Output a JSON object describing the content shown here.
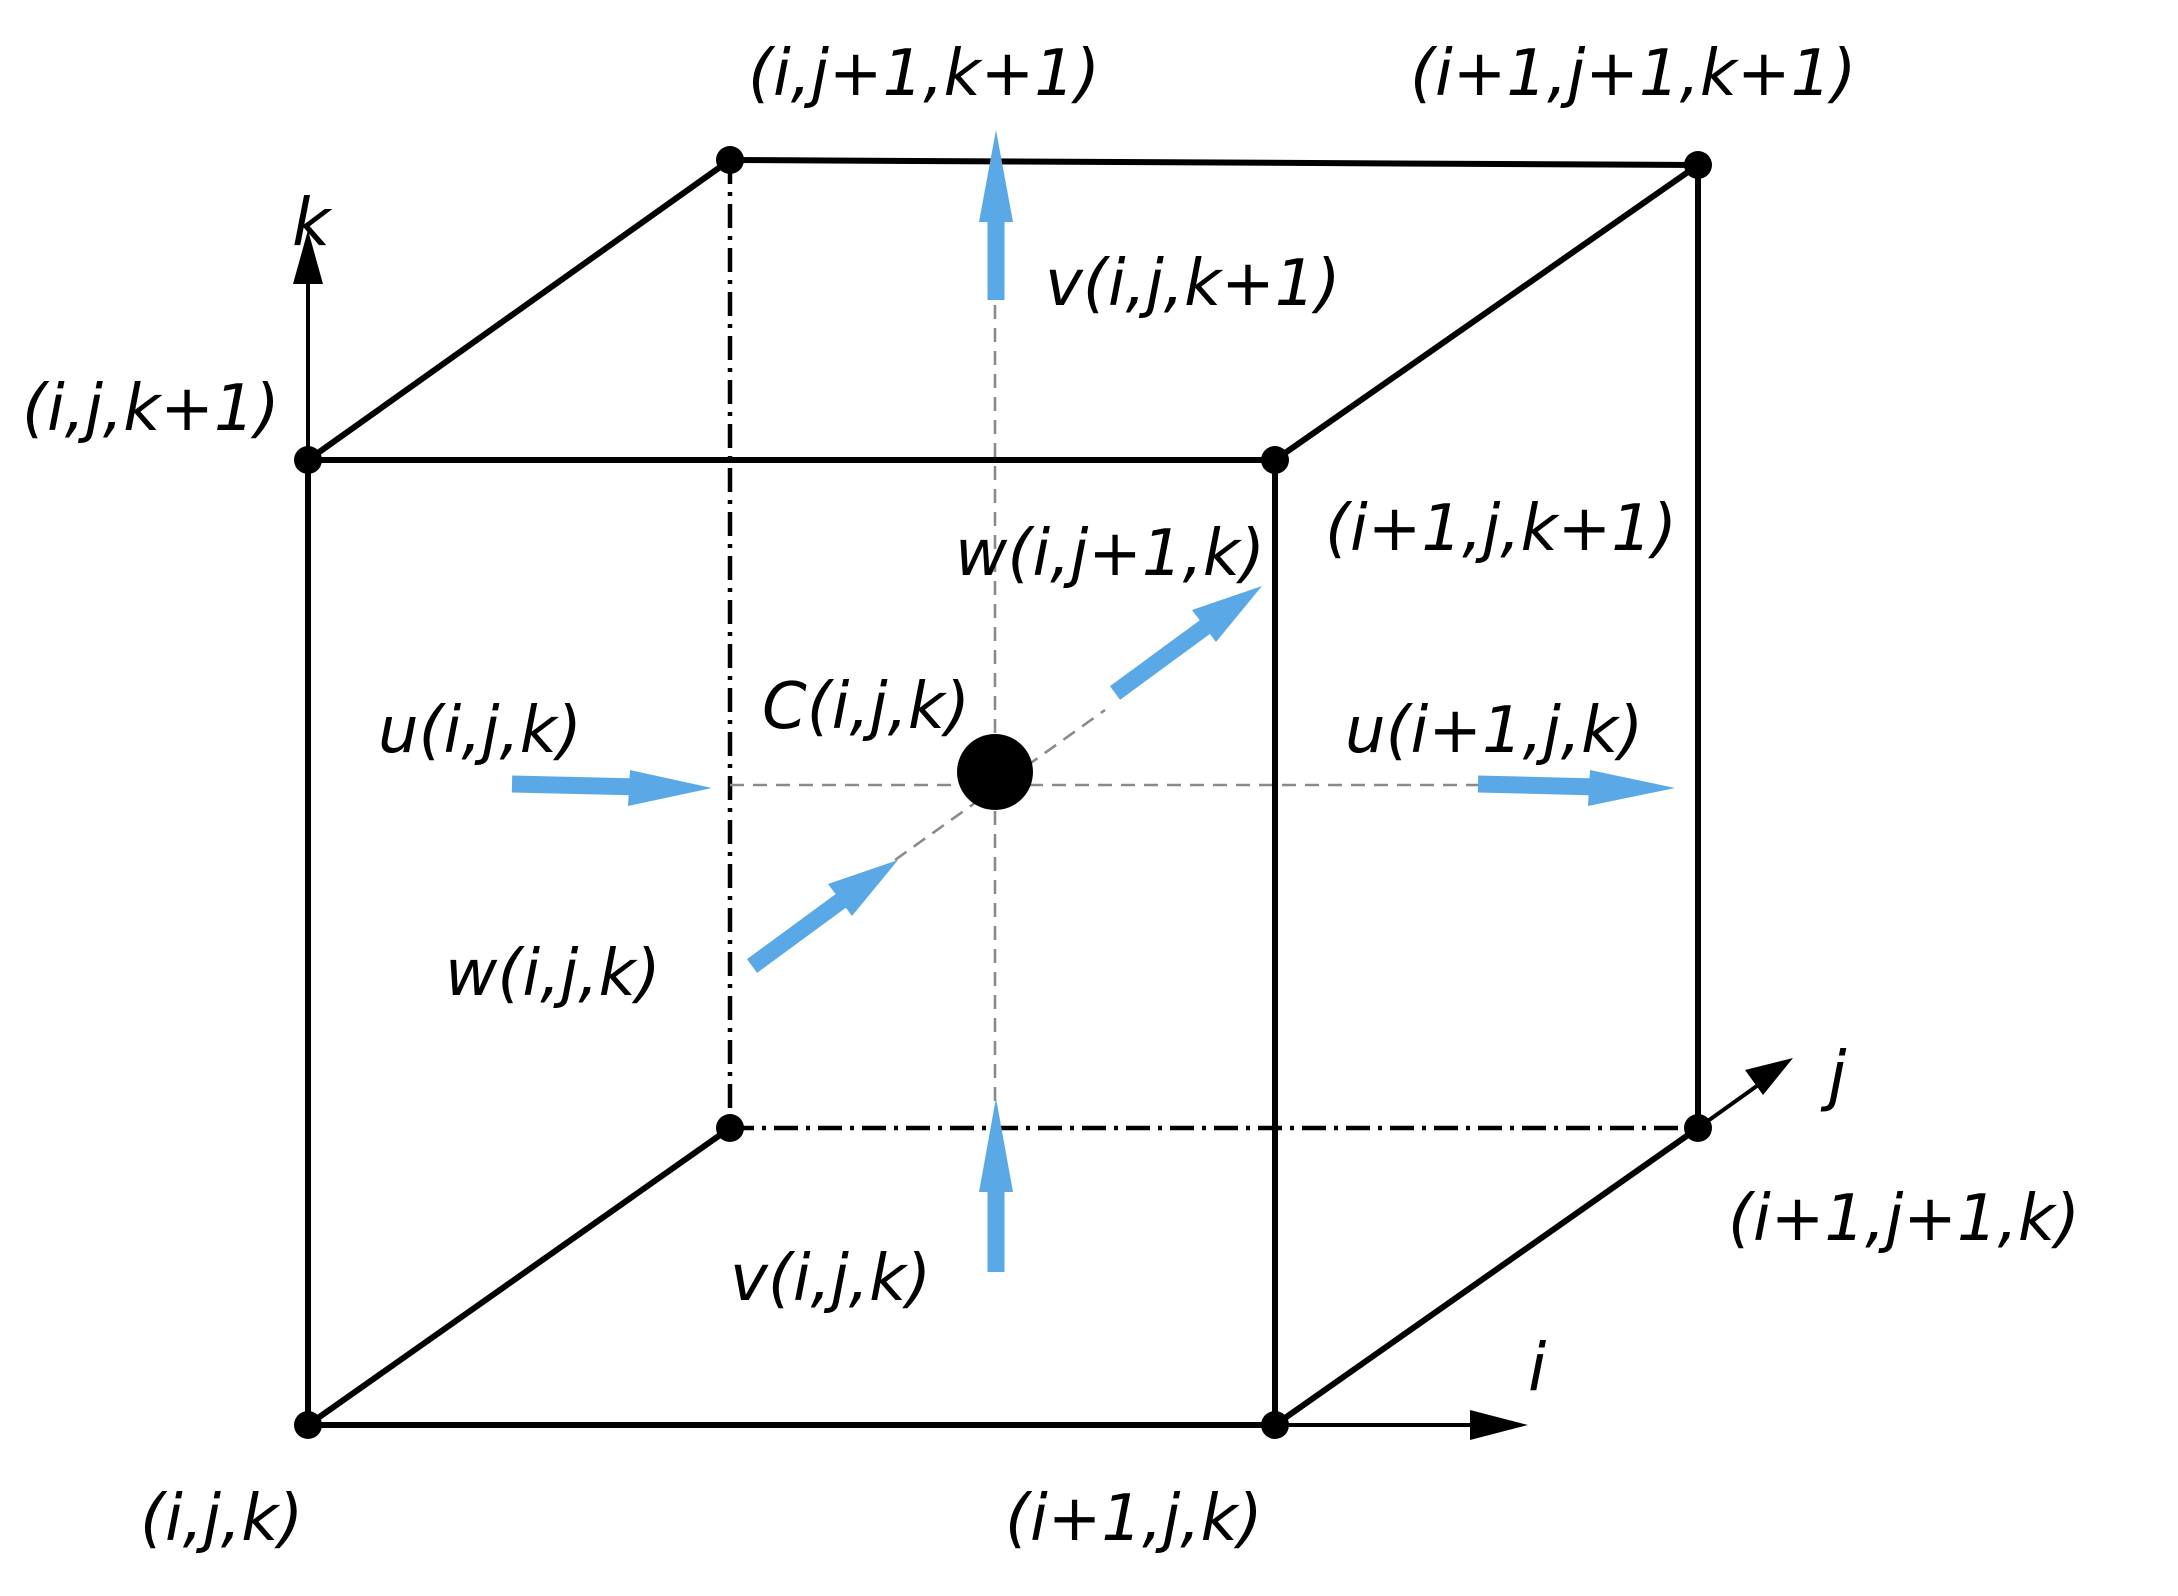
{
  "diagram": {
    "vertices": {
      "v_ijk": "(i,j,k)",
      "v_i1jk": "(i+1,j,k)",
      "v_ijk1": "(i,j,k+1)",
      "v_i1jk1": "(i+1,j,k+1)",
      "v_ij1k1": "(i,j+1,k+1)",
      "v_i1j1k1": "(i+1,j+1,k+1)",
      "v_i1j1k": "(i+1,j+1,k)"
    },
    "center": "C(i,j,k)",
    "velocities": {
      "u_ijk": "u(i,j,k)",
      "u_i1jk": "u(i+1,j,k)",
      "v_ijk": "v(i,j,k)",
      "v_ijk1": "v(i,j,k+1)",
      "w_ijk": "w(i,j,k)",
      "w_ij1k": "w(i,j+1,k)"
    },
    "axes": {
      "i": "i",
      "j": "j",
      "k": "k"
    },
    "colors": {
      "edge": "#000000",
      "guide": "#8a8a8a",
      "velocity_arrow": "#5aa9e6"
    }
  }
}
